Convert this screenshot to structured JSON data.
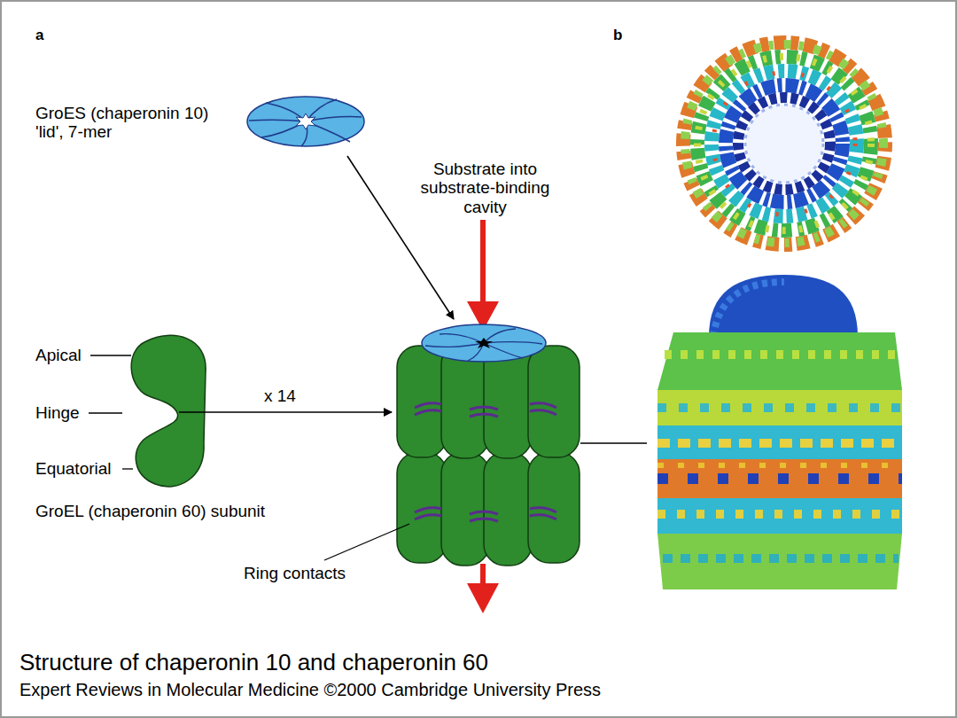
{
  "diagram": {
    "caption": "Structure of chaperonin 10 and chaperonin 60",
    "labels": [
      "a",
      "b",
      "GroES (chaperonin 10) 'lid', 7-mer",
      "Substrate into substrate-binding cavity",
      "Apical",
      "Hinge",
      "Equatorial",
      "x 14",
      "GroEL (chaperonin 60) subunit",
      "Ring contacts",
      "Expert Reviews in Molecular Medicine ©2000 Cambridge University Press"
    ]
  }
}
